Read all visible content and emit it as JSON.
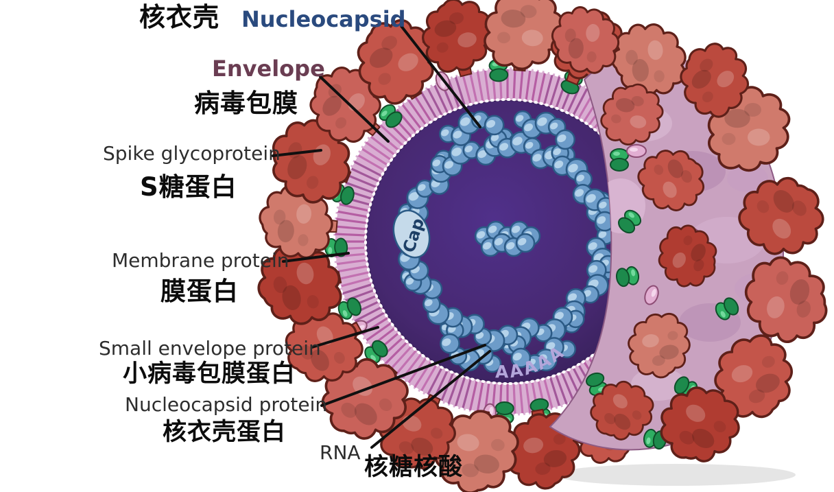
{
  "figure": {
    "subject": "coronavirus-structure-diagram"
  },
  "annotations": {
    "nucleocapsid": {
      "zh": "核衣壳",
      "en": "Nucleocapsid"
    },
    "envelope": {
      "en": "Envelope",
      "zh": "病毒包膜"
    },
    "spike": {
      "en": "Spike glycoprotein",
      "zh": "S糖蛋白"
    },
    "membrane": {
      "en": "Membrane protein",
      "zh": "膜蛋白"
    },
    "small_envelope": {
      "en": "Small envelope protein",
      "zh": "小病毒包膜蛋白"
    },
    "nucleocapsid_protein": {
      "en": "Nucleocapsid protein",
      "zh": "核衣壳蛋白"
    },
    "rna": {
      "en": "RNA",
      "zh": "核糖核酸"
    }
  },
  "diagram_text": {
    "cap": "Cap",
    "poly_a_tail": "AAAAAA"
  },
  "colors": {
    "background": "#ffffff",
    "label_black": "#0c0c0c",
    "label_gray": "#2d2d2d",
    "nucleocapsid_label_blue": "#2a4a7e",
    "envelope_label_plum": "#6a3d52",
    "leader_line": "#101010",
    "spike_palette": [
      "#c4554a",
      "#b03c31",
      "#d07a6c",
      "#bb4a3e",
      "#c9625a"
    ],
    "spike_outline": "#5e2019",
    "membrane_base": "#d9aed2",
    "membrane_stripes": [
      "#b2569e",
      "#9d4f94",
      "#c06bae"
    ],
    "membrane_dot": "#ffffff",
    "green_protein": "#2fae62",
    "green_protein_dark": "#1d8a4c",
    "green_outline": "#0e4f2a",
    "small_envelope_pink": "#e2aed2",
    "small_envelope_outline": "#8d4d74",
    "core_center": "#50308a",
    "core_mid": "#46286f",
    "core_edge": "#37205a",
    "bead_fill": "#6d9cc9",
    "bead_highlight": "#b9d6ec",
    "bead_outline": "#2b5a85",
    "surface_base": "#c9a2c0",
    "cap_fill": "#c5daea",
    "cap_text": "#1d3f66",
    "poly_a_color": "#b3a6da",
    "shadow": "rgba(0,0,0,0.10)"
  }
}
